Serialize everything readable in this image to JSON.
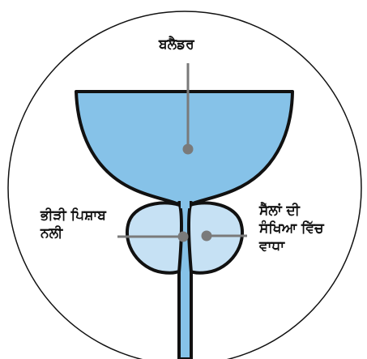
{
  "labels": {
    "bladder": "ਬਲੈਡਰ",
    "narrowed_urethra_line1": "ਭੀੜੀ ਪਿਸ਼ਾਬ",
    "narrowed_urethra_line2": "ਨਲੀ",
    "cell_increase_line1": "ਸੈੱਲਾਂ ਦੀ",
    "cell_increase_line2": "ਸੰਖਿਆ ਵਿੱਚ",
    "cell_increase_line3": "ਵਾਧਾ"
  },
  "colors": {
    "bladder_fill": "#86c2e8",
    "prostate_fill": "#c6e1f4",
    "outline": "#111111",
    "pointer": "#7a7a7a",
    "background": "#ffffff"
  }
}
